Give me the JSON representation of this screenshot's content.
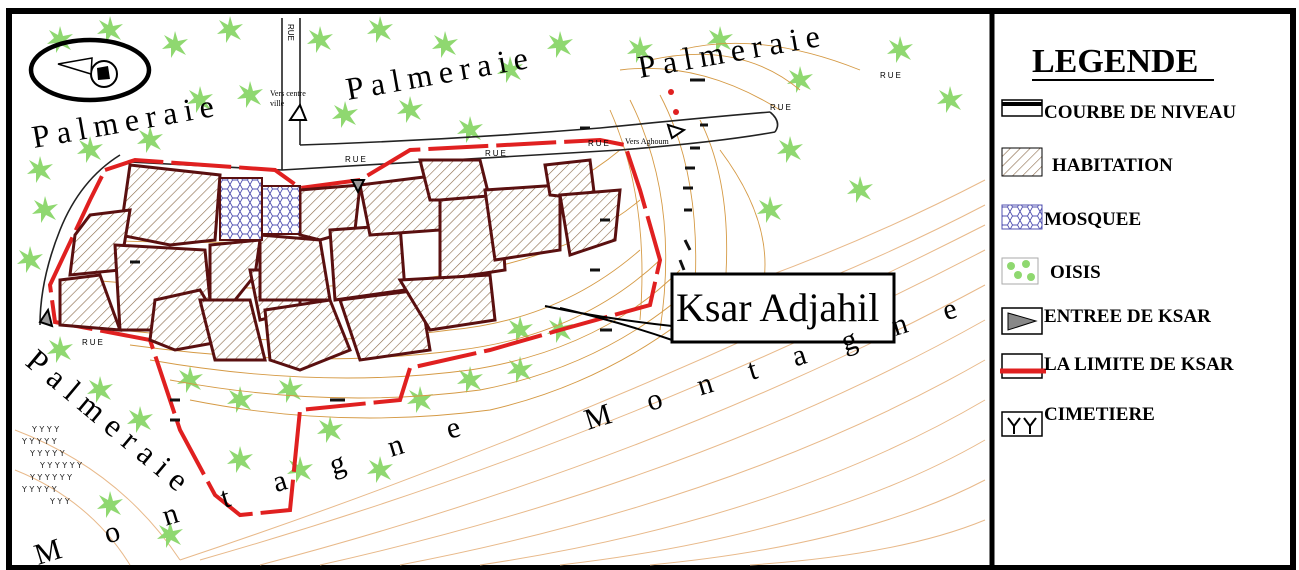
{
  "map": {
    "labels": {
      "palmeraie_top_center": "Palmeraie",
      "palmeraie_top_right": "Palmeraie",
      "palmeraie_top_left": "Palmeraie",
      "palmeraie_bottom_left": "Palmeraie",
      "montagne_right": "Montagne",
      "montagne_bottom": "Montagne",
      "ksar_name": "Ksar Adjahil",
      "vers_centre_ville_line1": "Vers centre",
      "vers_centre_ville_line2": "ville",
      "vers_aghoum": "Vers Aghoum",
      "road_vertical": "RUE",
      "rue_1": "RUE",
      "rue_2": "RUE",
      "rue_3": "RUE",
      "rue_4": "RUE",
      "rue_5": "RUE",
      "rue_left": "RUE"
    }
  },
  "legend": {
    "title": "LEGENDE",
    "items": [
      {
        "label": "COURBE DE NIVEAU",
        "icon": "contour-line-icon"
      },
      {
        "label": "HABITATION",
        "icon": "hatched-square-icon"
      },
      {
        "label": "MOSQUEE",
        "icon": "hexagon-pattern-icon"
      },
      {
        "label": "OISIS",
        "icon": "green-dots-icon"
      },
      {
        "label": "ENTREE DE KSAR",
        "icon": "entrance-arrow-icon"
      },
      {
        "label": "LA LIMITE DE KSAR",
        "icon": "red-line-icon"
      },
      {
        "label": "CIMETIERE",
        "icon": "cemetery-icon"
      }
    ]
  },
  "colors": {
    "frame": "#000000",
    "building_outline": "#5a1010",
    "hatch": "#8b6a4a",
    "ksar_limit": "#e02020",
    "contour": "#d59a45",
    "mosque": "#5050b0",
    "palm": "#8fd870",
    "mountain_lines": "#e8b98a"
  }
}
